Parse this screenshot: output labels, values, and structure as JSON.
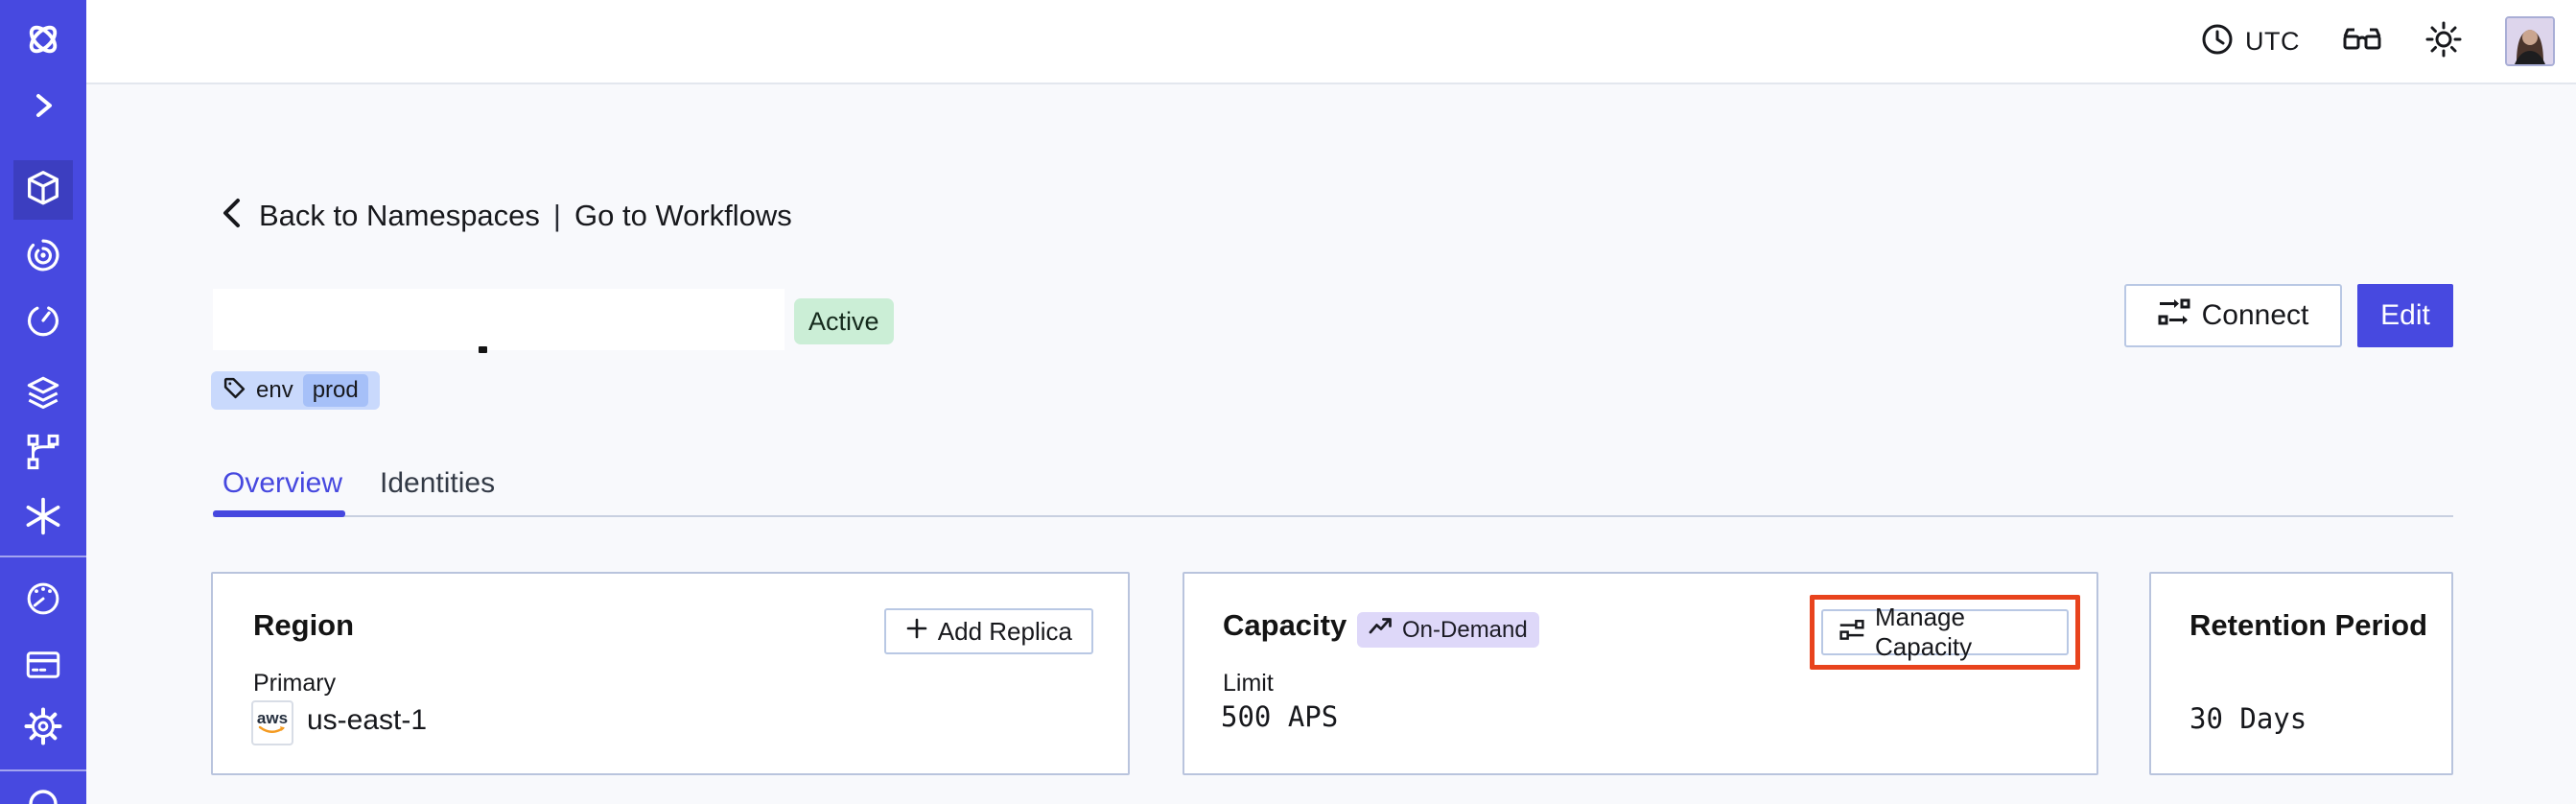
{
  "topbar": {
    "timezone_label": "UTC",
    "icons": [
      "clock-icon",
      "glasses-icon",
      "brightness-icon"
    ],
    "avatar": "user-avatar"
  },
  "sidebar": {
    "icons": [
      "temporal-logo",
      "expand-chevron-icon",
      "namespaces-cube-icon",
      "workflows-spiral-icon",
      "schedules-timer-icon",
      "deployments-layers-icon",
      "batch-operations-branch-icon",
      "nexus-asterisk-icon",
      "usage-gauge-icon",
      "billing-card-icon",
      "settings-gear-icon",
      "account-icon-partial"
    ],
    "selected": "namespaces-cube-icon"
  },
  "breadcrumb": {
    "back_label": "Back to Namespaces",
    "separator": "|",
    "workflows_label": "Go to Workflows"
  },
  "namespace": {
    "name_redacted": "",
    "status_badge": "Active",
    "tag": {
      "key": "env",
      "value": "prod"
    }
  },
  "header_actions": {
    "connect_label": "Connect",
    "edit_label": "Edit"
  },
  "tabs": [
    {
      "label": "Overview",
      "active": true
    },
    {
      "label": "Identities",
      "active": false
    }
  ],
  "cards": {
    "region": {
      "title": "Region",
      "add_replica_label": "Add Replica",
      "field_label": "Primary",
      "provider": "aws",
      "value": "us-east-1"
    },
    "capacity": {
      "title": "Capacity",
      "mode_badge": "On-Demand",
      "manage_label": "Manage Capacity",
      "field_label": "Limit",
      "value": "500 APS",
      "highlighted": true
    },
    "retention": {
      "title": "Retention Period",
      "value": "30 Days"
    }
  },
  "colors": {
    "accent_indigo": "#4749e0",
    "sidebar_selected": "#3c3ec0",
    "active_badge_bg": "#cbeed6",
    "tag_bg": "#c9d9fc",
    "tag_value_bg": "#a6c0f8",
    "on_demand_bg": "#ded8f9",
    "highlight_red": "#e8431d",
    "card_border": "#b9c4dd",
    "page_bg": "#f8f9fc",
    "aws_orange": "#f49b22"
  }
}
